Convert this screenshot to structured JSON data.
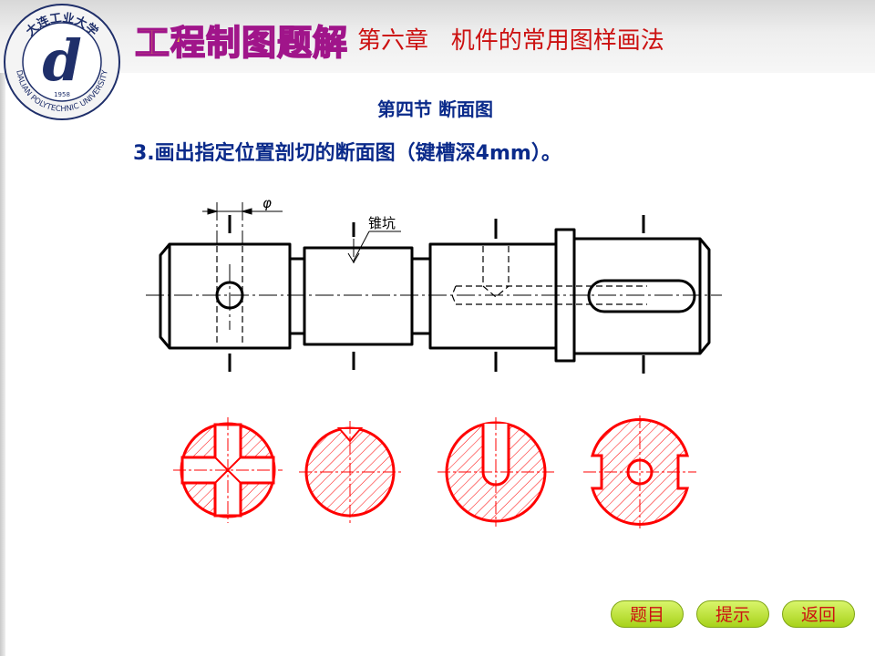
{
  "header": {
    "logo": {
      "top_text": "大连工业大学",
      "bottom_text": "DALIAN POLYTECHNIC UNIVERSITY",
      "year": "1958",
      "mark": "d"
    },
    "brand_title": "工程制图题解",
    "chapter_title": "第六章   机件的常用图样画法"
  },
  "content": {
    "section_title": "第四节 断面图",
    "question": "3.画出指定位置剖切的断面图（键槽深4mm）。",
    "dimension_symbol": "φ",
    "annotation": "锥坑"
  },
  "nav": {
    "problem": "题目",
    "hint": "提示",
    "back": "返回"
  },
  "colors": {
    "section_red": "#ff0000",
    "title_blue": "#0a2a8a",
    "chapter_red": "#cc1111",
    "button_green": "#b5dc2a"
  }
}
